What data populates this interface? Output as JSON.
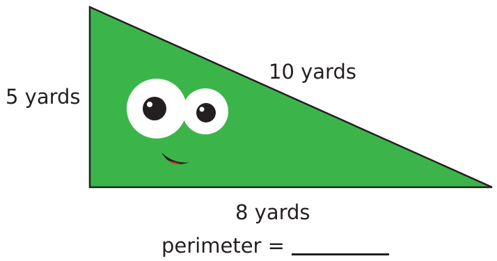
{
  "figure": {
    "shape": "right-triangle",
    "fill_color": "#3bb54a",
    "outline_color": "#231f20",
    "face": {
      "eye_white": "#ffffff",
      "pupil": "#231f20",
      "mouth": "#231f20",
      "tongue": "#d9262a"
    }
  },
  "labels": {
    "left_side": "5 yards",
    "hypotenuse": "10 yards",
    "bottom_side": "8 yards"
  },
  "question": {
    "prompt": "perimeter ="
  }
}
